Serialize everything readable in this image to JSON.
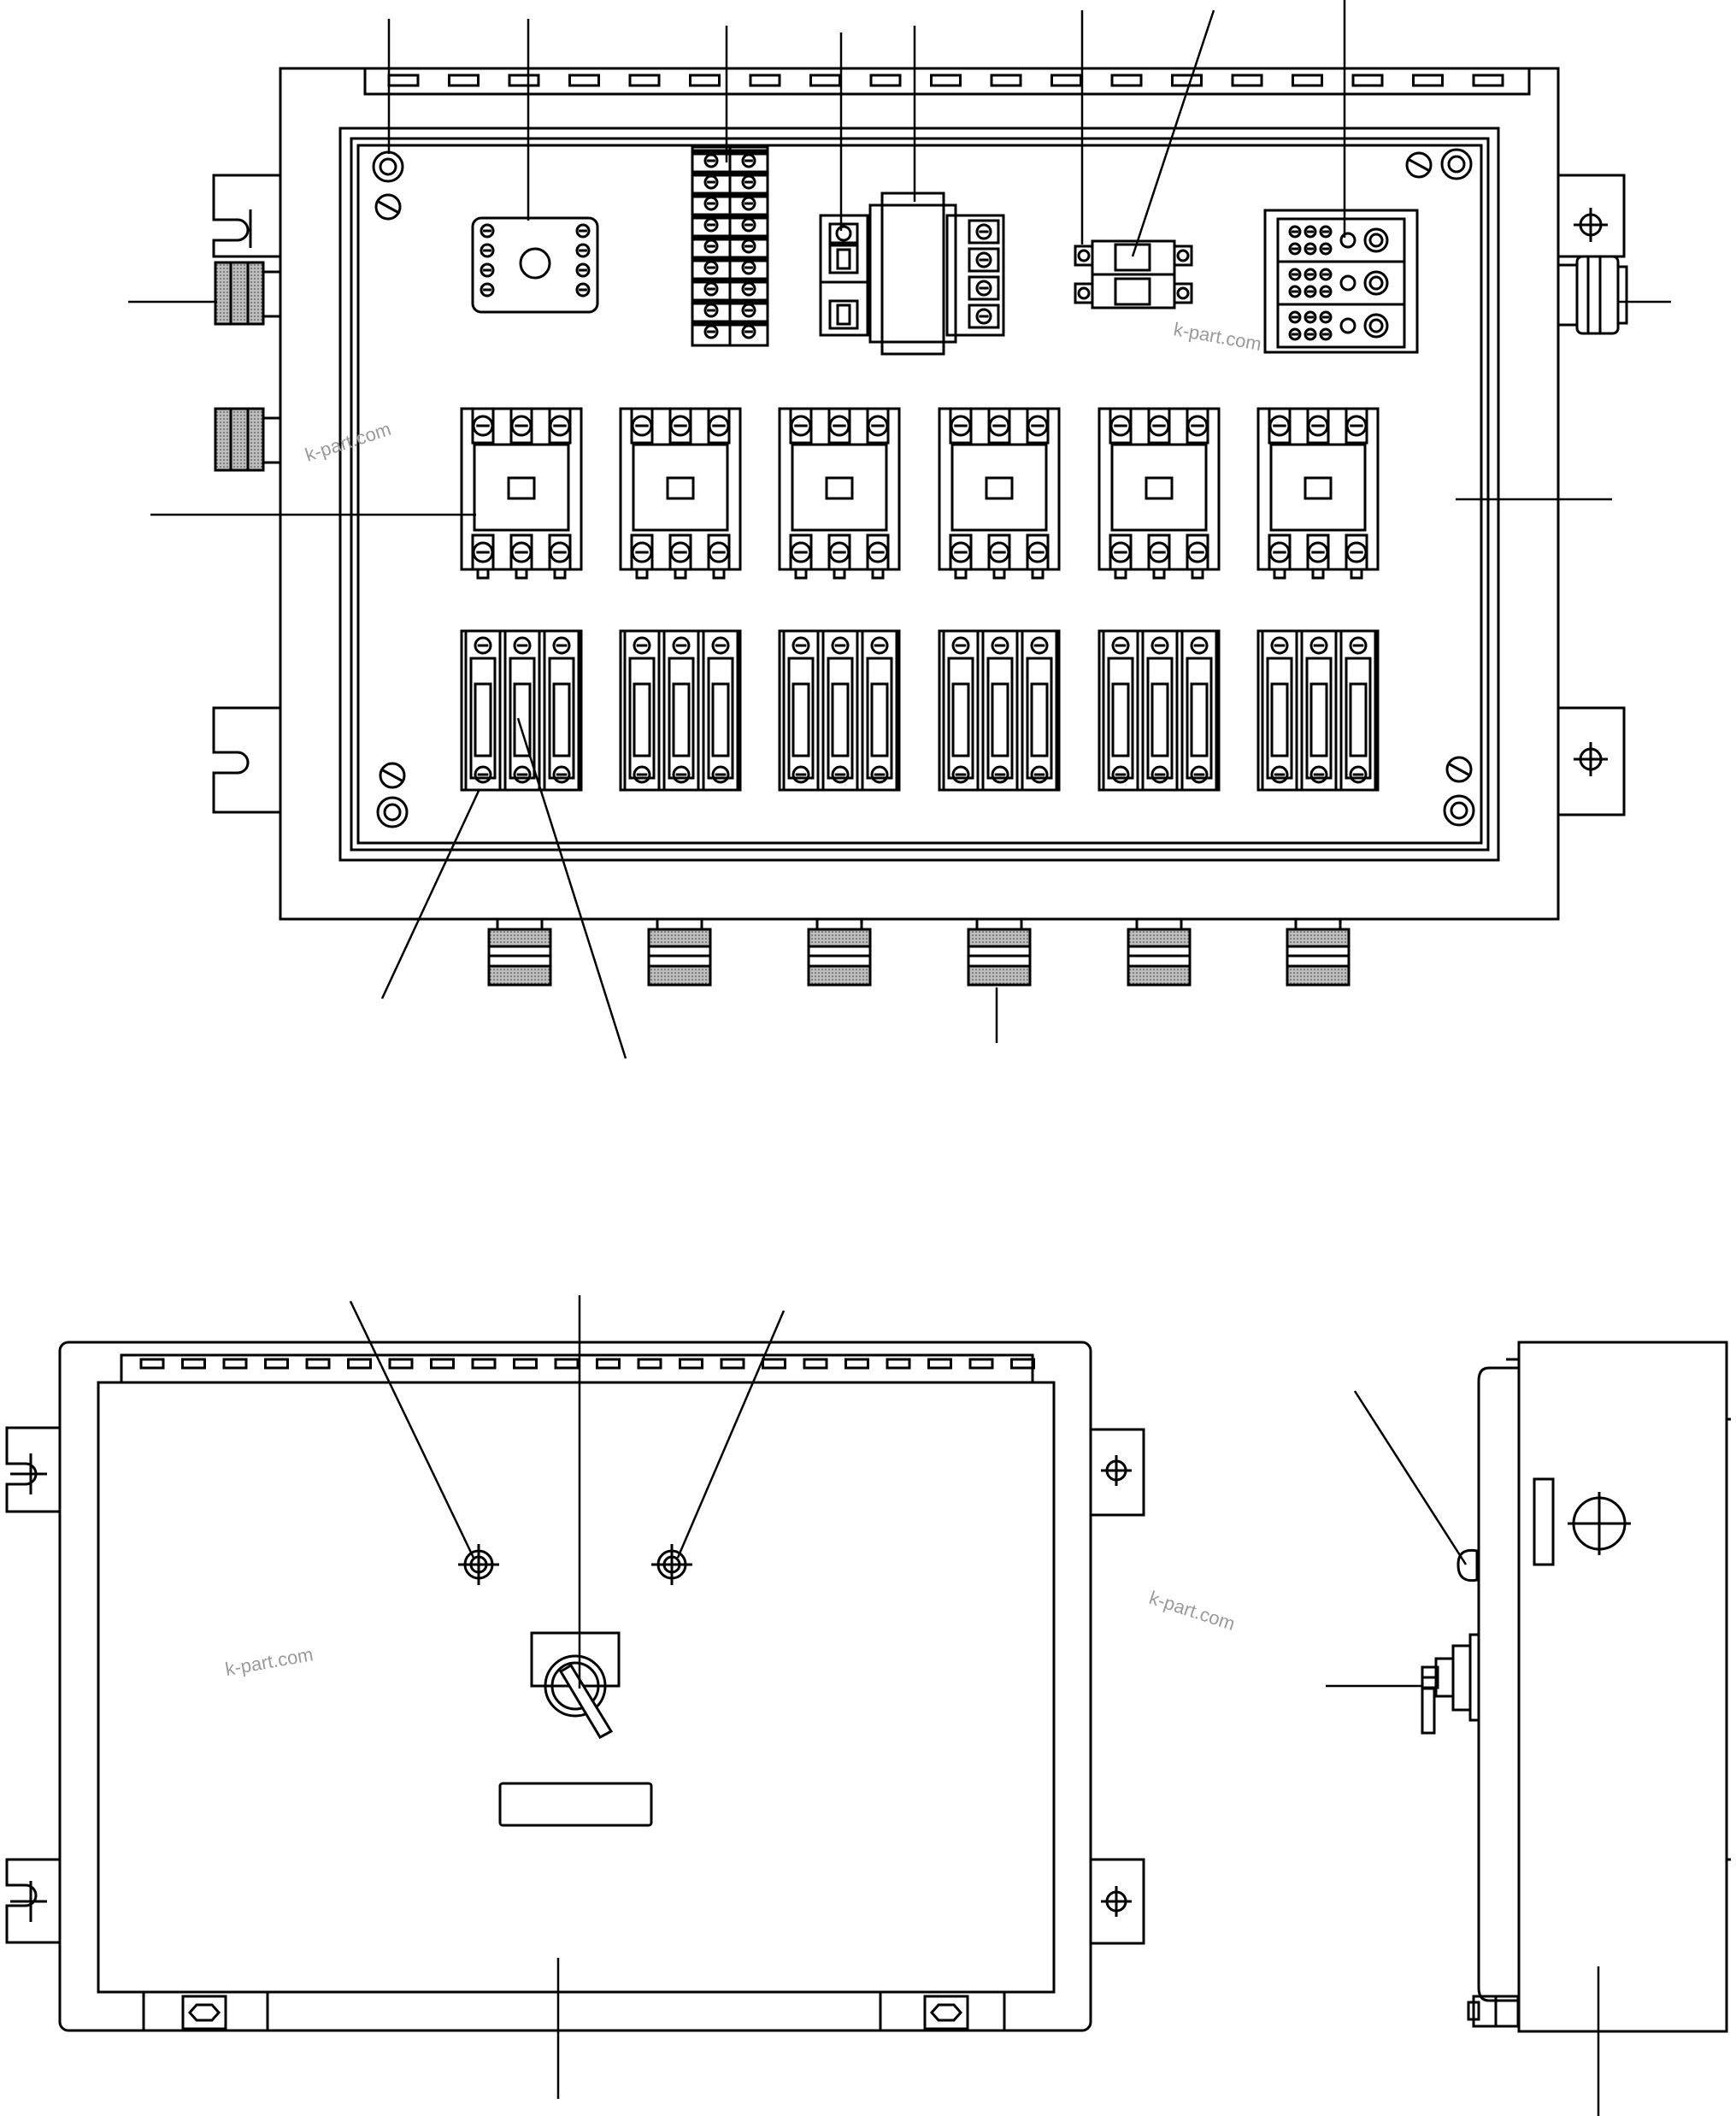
{
  "watermarks": [
    "k-part.com",
    "k-part.com",
    "k-part.com",
    "k-part.com"
  ],
  "colors": {
    "line": "#000000",
    "background": "#ffffff",
    "hatch": "#999999",
    "watermark": "#9a9a9a"
  }
}
